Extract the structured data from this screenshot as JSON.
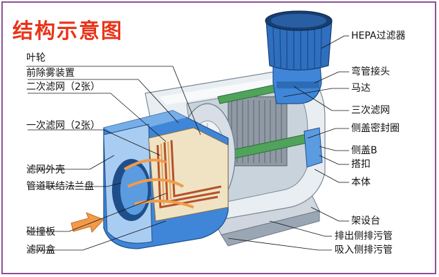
{
  "title": "结构示意图",
  "labels_left": [
    "叶轮",
    "前除雾装置",
    "二次滤网（2张）",
    "一次滤网（2张）",
    "滤网外壳",
    "管道联结法兰盘",
    "碰撞板",
    "滤网盒"
  ],
  "labels_right": [
    "HEPA过滤器",
    "弯管接头",
    "马达",
    "三次滤网",
    "侧盖密封圈",
    "侧盖B",
    "搭扣",
    "本体",
    "架设台",
    "排出侧排污管",
    "吸入侧排污管"
  ],
  "colors": {
    "title": "#e8341a",
    "frame": "#8a4f93",
    "body_blue": "#3f86d8",
    "light_blue": "#a9cdf2",
    "arrow_orange": "#f39a4a"
  }
}
